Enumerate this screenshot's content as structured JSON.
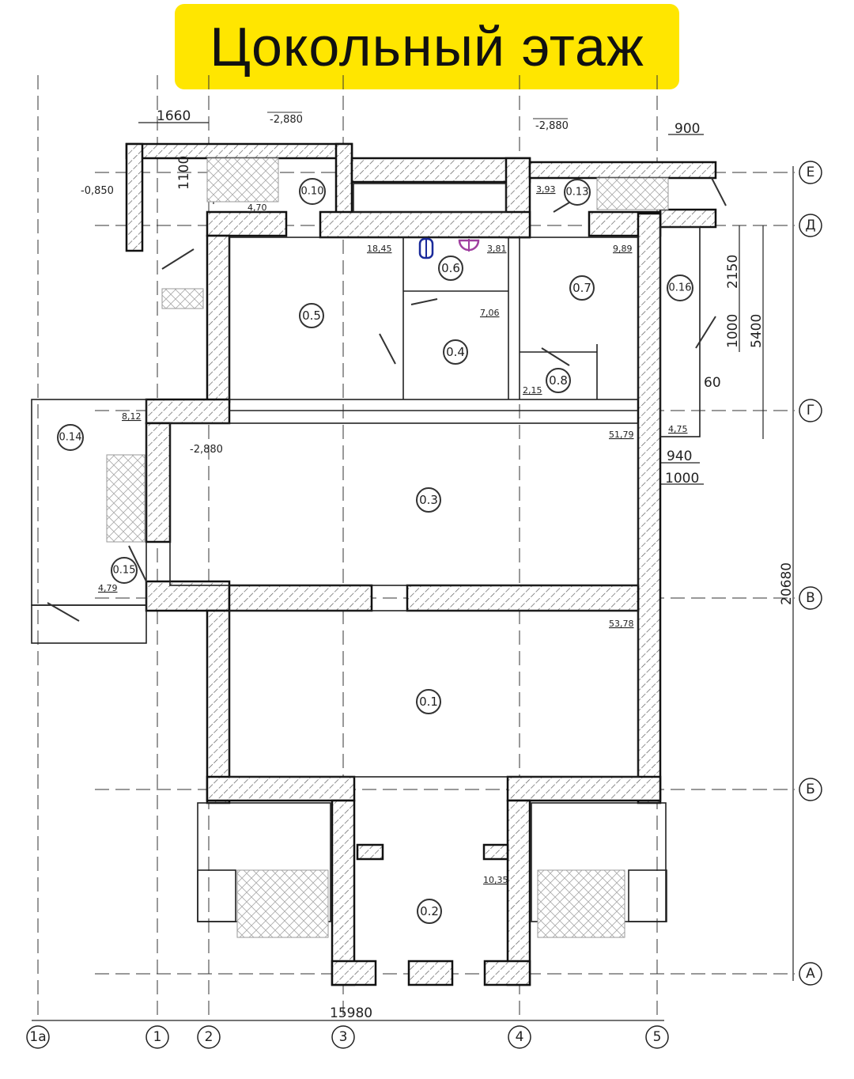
{
  "title": "Цокольный этаж",
  "axes": {
    "vertical": [
      "1а",
      "1",
      "2",
      "3",
      "4",
      "5"
    ],
    "horizontal": [
      "Е",
      "Д",
      "Г",
      "В",
      "Б",
      "А"
    ]
  },
  "rooms": [
    {
      "id": "0.1",
      "area": "53,78"
    },
    {
      "id": "0.2",
      "area": "10,35"
    },
    {
      "id": "0.3",
      "area": "51,79"
    },
    {
      "id": "0.4",
      "area": "7,06"
    },
    {
      "id": "0.5",
      "area": "18,45"
    },
    {
      "id": "0.6",
      "area": "3,81"
    },
    {
      "id": "0.7",
      "area": "9,89"
    },
    {
      "id": "0.8",
      "area": "2,15"
    },
    {
      "id": "0.10",
      "area": "4,70"
    },
    {
      "id": "0.13",
      "area": "3,93"
    },
    {
      "id": "0.14",
      "area": "8,12"
    },
    {
      "id": "0.15",
      "area": "4,79"
    },
    {
      "id": "0.16",
      "area": "4,75"
    }
  ],
  "elevations": [
    "-2,880",
    "-2,880",
    "-0,850",
    "-2,880"
  ],
  "dimensions": {
    "d1660": "1660",
    "d1100": "1100",
    "d900": "900",
    "d2150": "2150",
    "d1000v": "1000",
    "d5400": "5400",
    "d60": "60",
    "d940": "940",
    "d1000h": "1000",
    "d20680": "20680",
    "d15980": "15980"
  },
  "colors": {
    "title_bg": "#ffe600",
    "fixture_wc": "#1a2a9a",
    "fixture_sink": "#a040a0"
  }
}
